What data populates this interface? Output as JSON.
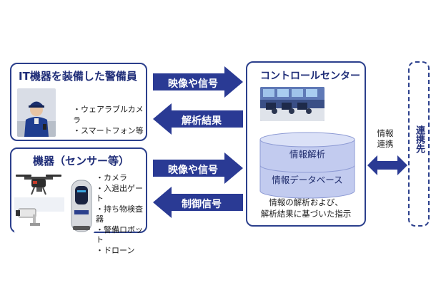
{
  "guard_box": {
    "title": "IT機器を装備した警備員",
    "items": [
      "ウェアラブルカメラ",
      "スマートフォン等"
    ]
  },
  "device_box": {
    "title": "機器（センサー等）",
    "items": [
      "カメラ",
      "入退出ゲート",
      "持ち物検査器",
      "警備ロボット",
      "ドローン"
    ]
  },
  "arrows": {
    "top_right": "映像や信号",
    "top_left": "解析結果",
    "bottom_right": "映像や信号",
    "bottom_left": "制御信号"
  },
  "control_center": {
    "title": "コントロールセンター",
    "analysis": "情報解析",
    "database": "情報データベース",
    "note_line1": "情報の解析および、",
    "note_line2": "解析結果に基づいた指示"
  },
  "link_arrow": {
    "line1": "情報",
    "line2": "連携"
  },
  "partner": {
    "label": "連携先"
  },
  "colors": {
    "navy": "#2b3f8c",
    "arrow": "#2a3a94",
    "cylinder": "#bcc6ec"
  }
}
